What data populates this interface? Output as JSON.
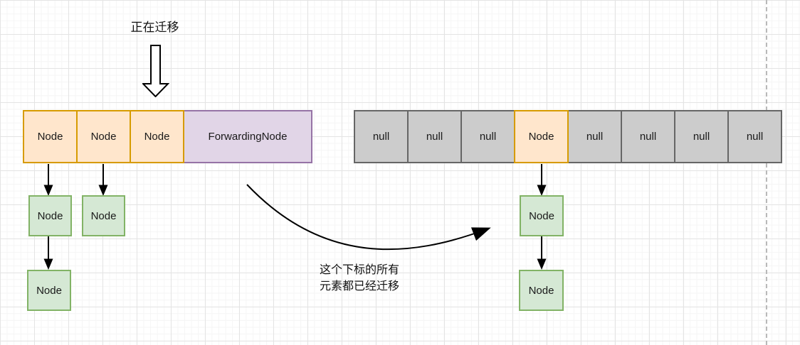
{
  "annotations": {
    "migrating_label": "正在迁移",
    "migrated_note": [
      "这个下标的所有",
      "元素都已经迁移"
    ]
  },
  "old_table": {
    "cells": [
      {
        "label": "Node",
        "type": "node"
      },
      {
        "label": "Node",
        "type": "node"
      },
      {
        "label": "Node",
        "type": "node"
      },
      {
        "label": "ForwardingNode",
        "type": "forwarding-node"
      }
    ]
  },
  "new_table": {
    "cells": [
      {
        "label": "null",
        "type": "empty"
      },
      {
        "label": "null",
        "type": "empty"
      },
      {
        "label": "null",
        "type": "empty"
      },
      {
        "label": "Node",
        "type": "node"
      },
      {
        "label": "null",
        "type": "empty"
      },
      {
        "label": "null",
        "type": "empty"
      },
      {
        "label": "null",
        "type": "empty"
      },
      {
        "label": "null",
        "type": "empty"
      }
    ]
  },
  "linked_lists": {
    "old_bucket_0": [
      "Node",
      "Node"
    ],
    "old_bucket_1": [
      "Node"
    ],
    "new_bucket_3": [
      "Node",
      "Node"
    ]
  },
  "icons": {
    "migrating_arrow": "hollow-down-arrow",
    "chain_arrow": "solid-down-arrow",
    "migration_path_arrow": "curved-right-arrow"
  },
  "colors": {
    "node_cell_fill": "#ffe6cc",
    "node_cell_border": "#d79b00",
    "forwarding_node_fill": "#e1d5e7",
    "forwarding_node_border": "#9673a6",
    "null_cell_fill": "#cccccc",
    "null_cell_border": "#666666",
    "list_node_fill": "#d5e8d4",
    "list_node_border": "#82b366",
    "arrow_color": "#000000",
    "page_divider": "#b9b9b9"
  }
}
